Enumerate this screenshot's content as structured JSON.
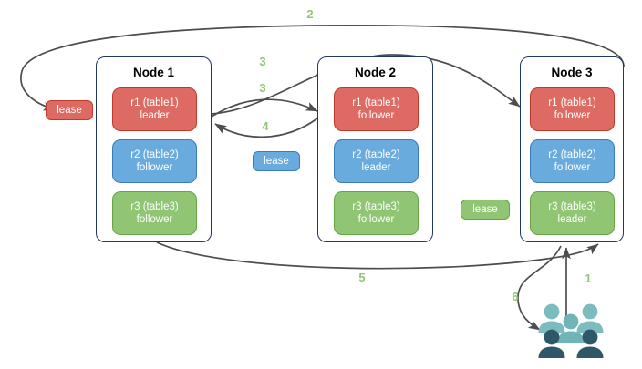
{
  "diagram": {
    "title": "Distributed database lease and replica routing diagram",
    "colors": {
      "replica_red": "#dd6a63",
      "replica_red_border": "#c0392b",
      "replica_blue": "#6aabdd",
      "replica_blue_border": "#3a7cba",
      "replica_green": "#8fc573",
      "replica_green_border": "#67a446",
      "node_border": "#1f3864",
      "arrow": "#4d4d4d",
      "step_label": "#8fc573",
      "users_light": "#7cbcbf",
      "users_dark": "#2e5767"
    }
  },
  "nodes": [
    {
      "title": "Node 1",
      "replicas": [
        {
          "name": "r1 (table1)",
          "role": "leader",
          "color": "red"
        },
        {
          "name": "r2 (table2)",
          "role": "follower",
          "color": "blue"
        },
        {
          "name": "r3 (table3)",
          "role": "follower",
          "color": "green"
        }
      ]
    },
    {
      "title": "Node 2",
      "replicas": [
        {
          "name": "r1 (table1)",
          "role": "follower",
          "color": "red"
        },
        {
          "name": "r2 (table2)",
          "role": "leader",
          "color": "blue"
        },
        {
          "name": "r3 (table3)",
          "role": "follower",
          "color": "green"
        }
      ]
    },
    {
      "title": "Node 3",
      "replicas": [
        {
          "name": "r1 (table1)",
          "role": "follower",
          "color": "red"
        },
        {
          "name": "r2 (table2)",
          "role": "follower",
          "color": "blue"
        },
        {
          "name": "r3 (table3)",
          "role": "leader",
          "color": "green"
        }
      ]
    }
  ],
  "leases": [
    {
      "label": "lease",
      "color": "red",
      "owner": "r1 (table1)"
    },
    {
      "label": "lease",
      "color": "blue",
      "owner": "r2 (table2)"
    },
    {
      "label": "lease",
      "color": "green",
      "owner": "r3 (table3)"
    }
  ],
  "steps": [
    {
      "label": "1"
    },
    {
      "label": "2"
    },
    {
      "label": "3"
    },
    {
      "label": "3"
    },
    {
      "label": "4"
    },
    {
      "label": "5"
    },
    {
      "label": "6"
    }
  ],
  "actors": {
    "users_icon": "users-group-icon"
  }
}
